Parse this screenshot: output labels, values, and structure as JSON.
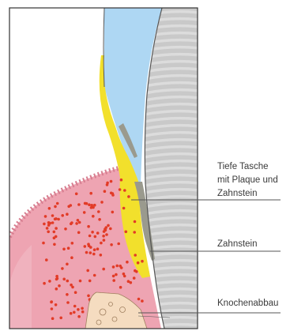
{
  "labels": {
    "deep_pocket": [
      "Tiefe Tasche",
      "mit Plaque und",
      "Zahnstein"
    ],
    "calculus": "Zahnstein",
    "bone_loss": "Knochenabbau"
  },
  "colors": {
    "tooth": "#c9c9c9",
    "tooth_stripe": "#dcdcdc",
    "saliva": "#aed7f3",
    "plaque": "#f2e02c",
    "calculus": "#9a9a8e",
    "gum": "#eea4b2",
    "gum_dark": "#d77e90",
    "inflammation_dots": "#e23b27",
    "bone": "#f5dcc0",
    "frame": "#333333",
    "leader_line": "#555555"
  }
}
